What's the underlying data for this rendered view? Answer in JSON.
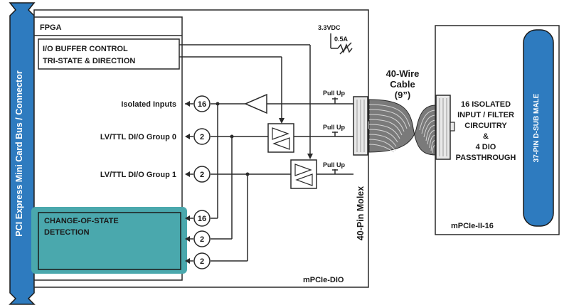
{
  "pci_bus": {
    "label": "PCI Express Mini Card Bus / Connector",
    "color": "#2e7bbf"
  },
  "board": {
    "label": "mPCIe-DIO"
  },
  "fpga": {
    "title": "FPGA",
    "io_buffer_line1": "I/O BUFFER CONTROL",
    "io_buffer_line2": "TRI-STATE & DIRECTION"
  },
  "cos": {
    "line1": "CHANGE-OF-STATE",
    "line2": "DETECTION",
    "color": "#4aa8ad"
  },
  "power": {
    "voltage": "3.3VDC",
    "fuse": "0.5A"
  },
  "signals": [
    {
      "label": "Isolated Inputs",
      "count": "16"
    },
    {
      "label": "LV/TTL DI/O Group 0",
      "count": "2"
    },
    {
      "label": "LV/TTL DI/O Group 1",
      "count": "2"
    }
  ],
  "cos_counts": [
    "16",
    "2",
    "2"
  ],
  "pullup_label": "Pull Up",
  "connector_label": "40-Pin Molex",
  "cable": {
    "line1": "40-Wire",
    "line2": "Cable",
    "line3": "(9”)"
  },
  "daughter": {
    "line1": "16 ISOLATED",
    "line2": "INPUT / FILTER",
    "line3": "CIRCUITRY",
    "line4": "&",
    "line5": "4 DIO",
    "line6": "PASSTHROUGH",
    "name": "mPCIe-II-16"
  },
  "dsub": {
    "label": "37-PIN D-SUB MALE",
    "color": "#2e7bbf"
  }
}
